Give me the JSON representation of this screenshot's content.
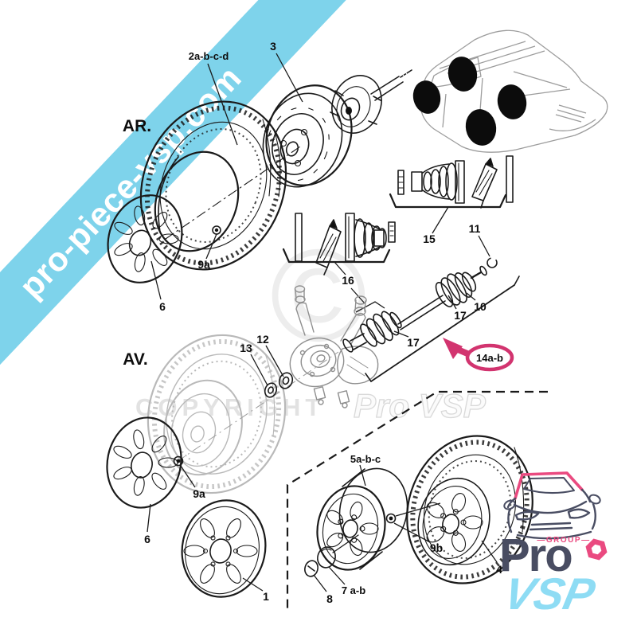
{
  "banner": {
    "text": "pro-piece-vsp.com",
    "bg": "#7ed3eb",
    "text_color": "#ffffff"
  },
  "sections": {
    "rear": "AR.",
    "front": "AV."
  },
  "watermark": {
    "symbol": "©",
    "copyright": "COPYRIGHT",
    "brand": "Pro VSP"
  },
  "highlight": {
    "label": "14a-b",
    "color": "#d2346f"
  },
  "logo": {
    "group": "—GROUP—",
    "pro": "Pro",
    "vsp": "VSP",
    "pink": "#ea4a80",
    "slate": "#494d62",
    "cyan": "#8edcf4"
  },
  "parts": {
    "p2": "2a-b-c-d",
    "p3": "3",
    "p9a_top": "9a",
    "p6_top": "6",
    "p16": "16",
    "p15": "15",
    "p11": "11",
    "p10": "10",
    "p17_upper": "17",
    "p17_lower": "17",
    "p12": "12",
    "p13": "13",
    "p9a_bottom": "9a",
    "p6_bottom": "6",
    "p5": "5a-b-c",
    "p9b": "9b",
    "p4": "4",
    "p7": "7 a-b",
    "p8": "8",
    "p1": "1"
  }
}
